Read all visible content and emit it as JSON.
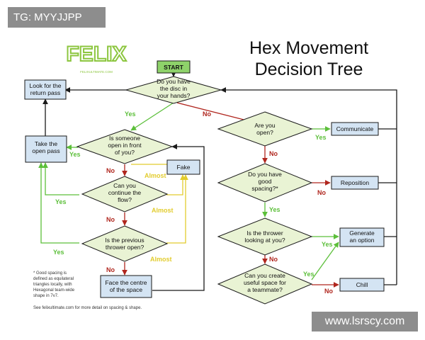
{
  "watermark_top": "TG: MYYJJPP",
  "watermark_bottom": "www.lsrscy.com",
  "logo": {
    "text": "FELIX",
    "subtitle": "FELIXULTIMATE.COM"
  },
  "title": {
    "line1": "Hex Movement",
    "line2": "Decision Tree"
  },
  "start_label": "START",
  "diamonds": {
    "disc": [
      "Do you have",
      "the disc in",
      "your hands?"
    ],
    "open_front": [
      "Is someone",
      "open in front",
      "of you?"
    ],
    "continue_flow": [
      "Can you",
      "continue the",
      "flow?"
    ],
    "prev_thrower": [
      "Is the previous",
      "thrower open?"
    ],
    "are_you_open": [
      "Are you",
      "open?"
    ],
    "good_spacing": [
      "Do you have",
      "good",
      "spacing?*"
    ],
    "thrower_looking": [
      "Is the thrower",
      "looking at you?"
    ],
    "useful_space": [
      "Can you create",
      "useful space for",
      "a teammate?"
    ]
  },
  "boxes": {
    "look_return": [
      "Look for the",
      "return pass"
    ],
    "take_open": [
      "Take the",
      "open pass"
    ],
    "fake": [
      "Fake"
    ],
    "face_centre": [
      "Face the centre",
      "of the space"
    ],
    "communicate": [
      "Communicate"
    ],
    "reposition": [
      "Reposition"
    ],
    "generate_option": [
      "Generate",
      "an option"
    ],
    "chill": [
      "Chill"
    ]
  },
  "edge_labels": {
    "yes": "Yes",
    "no": "No",
    "almost": "Almost"
  },
  "footnote": {
    "lines": [
      "* Good spacing is",
      "defined as equilateral",
      "triangles locally, with",
      "Hexagonal team-wide",
      "shape in 7v7."
    ],
    "see": "See felixultimate.com for more detail on spacing & shape."
  },
  "colors": {
    "yes": "#5cbf3a",
    "no": "#b0261e",
    "almost": "#e2cc2e",
    "diamond_fill": "#e9f3d4",
    "box_fill": "#d4e4f3",
    "start_fill": "#8ed26a",
    "line": "#1a1a1a"
  }
}
